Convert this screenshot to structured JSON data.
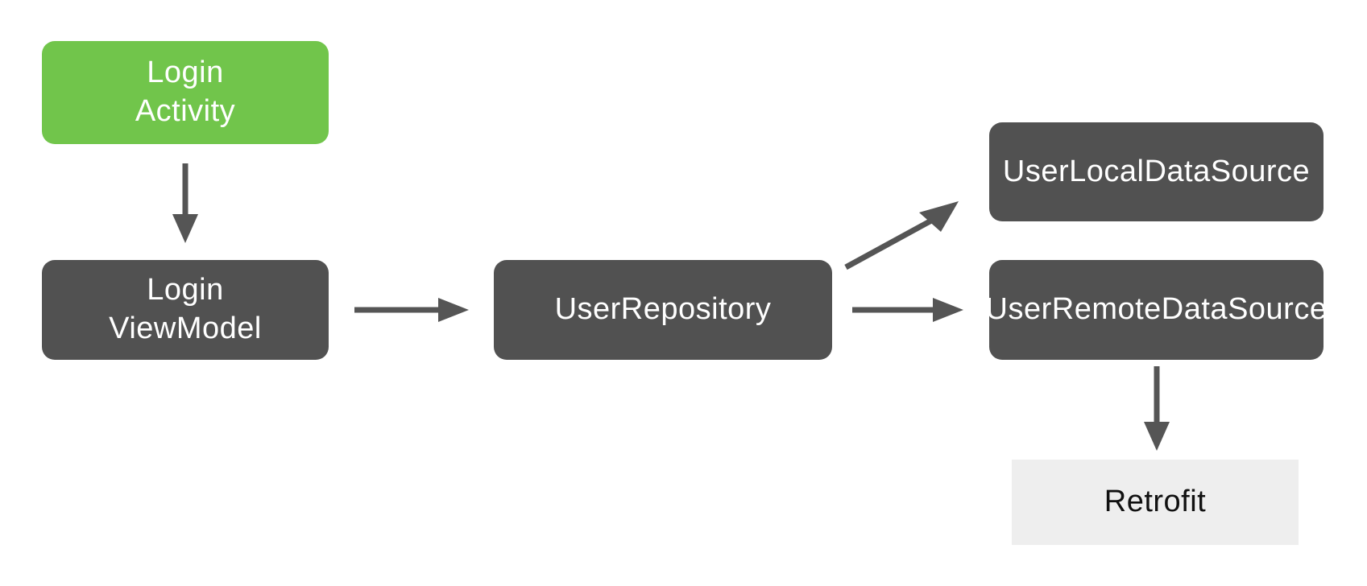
{
  "colors": {
    "activity_green": "#71C54B",
    "node_dark_gray": "#515151",
    "retrofit_light_gray": "#EEEEEE",
    "arrow_gray": "#555555",
    "node_text_light": "#FFFFFF",
    "retrofit_text_dark": "#111111",
    "background": "#FFFFFF"
  },
  "diagram": {
    "nodes": {
      "login_activity": {
        "line1": "Login",
        "line2": "Activity"
      },
      "login_viewmodel": {
        "line1": "Login",
        "line2": "ViewModel"
      },
      "user_repository": {
        "label": "UserRepository"
      },
      "user_local_data_source": {
        "label": "UserLocalDataSource"
      },
      "user_remote_data_source": {
        "label": "UserRemoteDataSource"
      },
      "retrofit": {
        "label": "Retrofit"
      }
    },
    "edges": [
      {
        "from": "LoginActivity",
        "to": "LoginViewModel",
        "direction": "down"
      },
      {
        "from": "LoginViewModel",
        "to": "UserRepository",
        "direction": "right"
      },
      {
        "from": "UserRepository",
        "to": "UserLocalDataSource",
        "direction": "up-right"
      },
      {
        "from": "UserRepository",
        "to": "UserRemoteDataSource",
        "direction": "right"
      },
      {
        "from": "UserRemoteDataSource",
        "to": "Retrofit",
        "direction": "down"
      }
    ]
  }
}
